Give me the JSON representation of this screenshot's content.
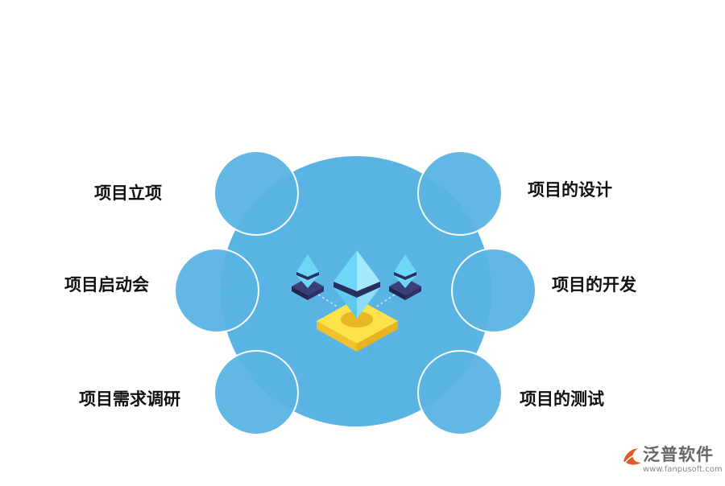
{
  "diagram": {
    "steps": [
      {
        "label": "项目立项"
      },
      {
        "label": "项目启动会"
      },
      {
        "label": "项目需求调研"
      },
      {
        "label": "项目的设计"
      },
      {
        "label": "项目的开发"
      },
      {
        "label": "项目的测试"
      }
    ],
    "colors": {
      "big_circle": "#5ab4e3",
      "small_circle": "#5ab4e3",
      "circle_border": "#ffffff",
      "platform_top": "#fde24a",
      "platform_side": "#f2c12e",
      "crystal_light": "#6fd6f7",
      "crystal_dark": "#2a2f61"
    }
  },
  "logo": {
    "name": "泛普软件",
    "url": "www.fanpusoft.com",
    "mark_color": "#e05a2a"
  }
}
